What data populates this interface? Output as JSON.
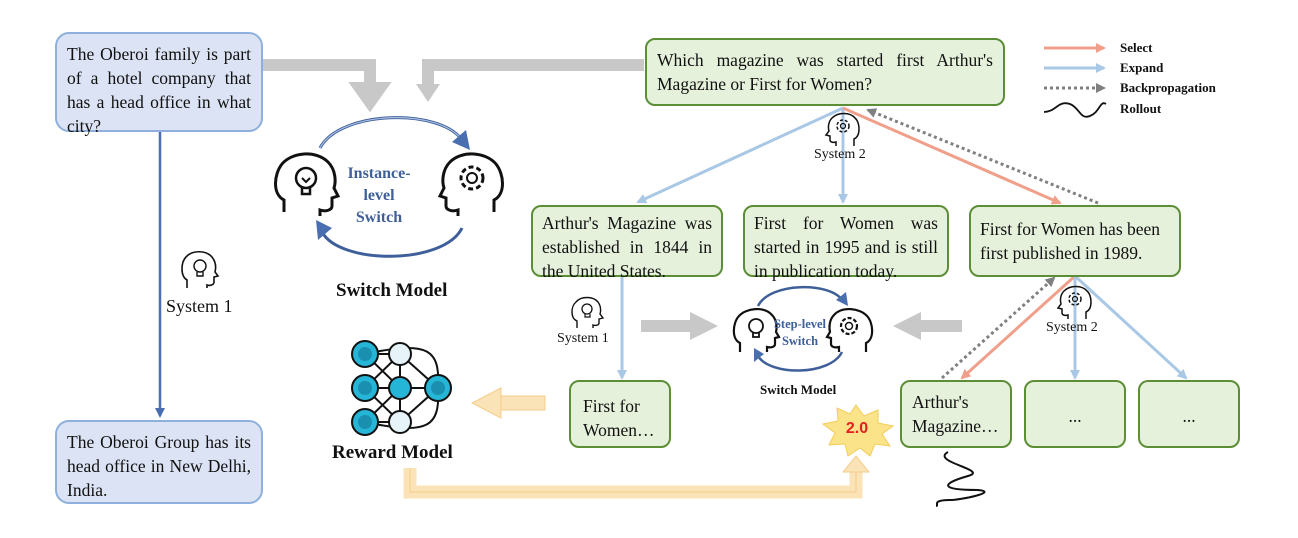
{
  "question_left": "The Oberoi family is part of a hotel company that has a head office in what city?",
  "answer_left": "The Oberoi Group has its head office in New Delhi, India.",
  "system1_label": "System 1",
  "switch_model": {
    "line1": "Instance-level",
    "line2": "Switch",
    "caption": "Switch Model"
  },
  "reward_model_caption": "Reward Model",
  "question_tree": "Which magazine was started first Arthur's Magazine or First for Women?",
  "system2_label": "System 2",
  "nodes": {
    "n1": "Arthur's Magazine was established in 1844 in the United States.",
    "n2": "First for Women was started in 1995 and is still in publication today.",
    "n3": "First for Women has been first published in 1989."
  },
  "leaf_first": "First for Women…",
  "step_switch": {
    "line1": "Step-level",
    "line2": "Switch",
    "caption": "Switch Model"
  },
  "leaf_arthur": "Arthur's Magazine…",
  "leaf_dots": "...",
  "reward_value": "2.0",
  "legend": {
    "select": "Select",
    "expand": "Expand",
    "backprop": "Backpropagation",
    "rollout": "Rollout"
  },
  "colors": {
    "select": "#f0a08a",
    "expand": "#a9c8e6",
    "backprop": "#808080",
    "question_fill": "#dbe3f4",
    "node_fill": "#e6f1dc",
    "node_border": "#5c8e36",
    "system1_arrow": "#4a6fb0",
    "reward_arrow": "#fbe3b8",
    "star": "#fbe38a",
    "reward_text": "#e02020"
  }
}
